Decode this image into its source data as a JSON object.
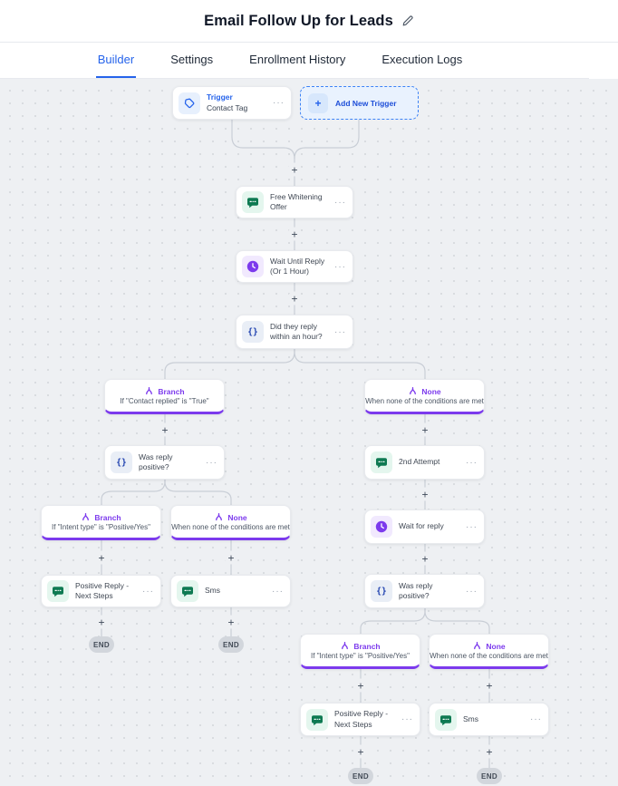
{
  "header": {
    "title": "Email Follow Up for Leads"
  },
  "tabs": {
    "builder": "Builder",
    "settings": "Settings",
    "enrollment": "Enrollment History",
    "execution": "Execution Logs"
  },
  "icons": {
    "ellipsis": "···",
    "plus": "+",
    "braces": "{}"
  },
  "nodes": {
    "trigger": {
      "title": "Trigger",
      "subtitle": "Contact Tag"
    },
    "add_new_trigger": {
      "label": "Add New Trigger"
    },
    "free_whitening_offer": {
      "label": "Free Whitening Offer"
    },
    "wait_until_reply": {
      "label": "Wait Until Reply (Or 1 Hour)"
    },
    "did_they_reply": {
      "label": "Did they reply within an hour?"
    },
    "branch_contact_replied": {
      "title": "Branch",
      "condition": "If \"Contact replied\" is \"True\""
    },
    "none_top": {
      "title": "None",
      "condition": "When none of the conditions are met"
    },
    "was_reply_positive_left": {
      "label": "Was reply positive?"
    },
    "branch_intent_left": {
      "title": "Branch",
      "condition": "If \"Intent type\" is \"Positive/Yes\""
    },
    "none_left": {
      "title": "None",
      "condition": "When none of the conditions are met"
    },
    "positive_reply_left": {
      "label": "Positive Reply - Next Steps"
    },
    "sms_left": {
      "label": "Sms"
    },
    "second_attempt": {
      "label": "2nd Attempt"
    },
    "wait_for_reply": {
      "label": "Wait for reply"
    },
    "was_reply_positive_right": {
      "label": "Was reply positive?"
    },
    "branch_intent_right": {
      "title": "Branch",
      "condition": "If \"Intent type\" is \"Positive/Yes\""
    },
    "none_right": {
      "title": "None",
      "condition": "When none of the conditions are met"
    },
    "positive_reply_right": {
      "label": "Positive Reply - Next Steps"
    },
    "sms_right": {
      "label": "Sms"
    }
  },
  "end_label": "END",
  "colors": {
    "accent_blue": "#2563eb",
    "branch_purple": "#7c3aed",
    "node_green": "#0e7a52",
    "canvas_bg": "#eef0f3"
  }
}
